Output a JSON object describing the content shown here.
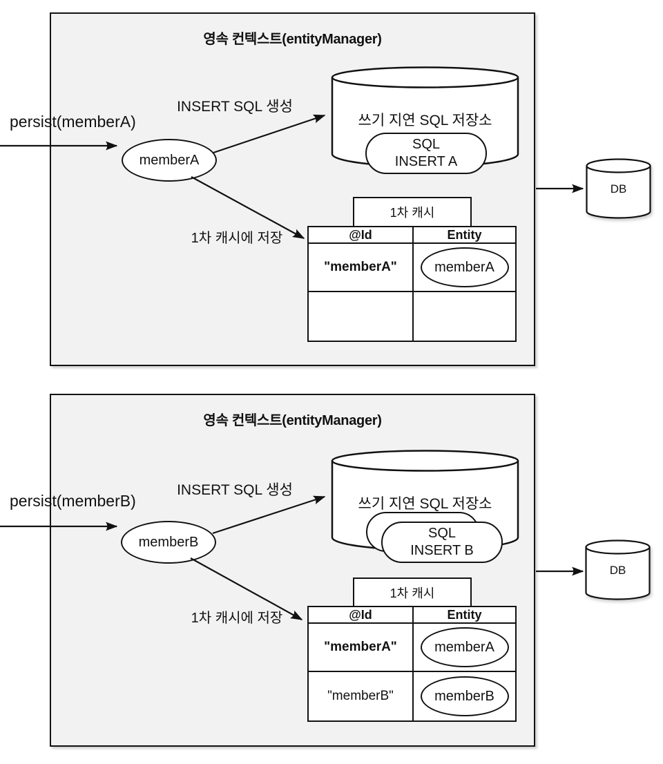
{
  "colors": {
    "panel_bg": "#f2f2f2",
    "shape_bg": "#ffffff",
    "stroke": "#111111",
    "page_bg": "#ffffff"
  },
  "panels": [
    {
      "title": "영속 컨텍스트(entityManager)",
      "persist_label": "persist(memberA)",
      "entity_name": "memberA",
      "insert_sql_label": "INSERT SQL 생성",
      "cache_save_label": "1차 캐시에 저장",
      "storage_title": "쓰기 지연 SQL 저장소",
      "sql_box": {
        "line1": "SQL",
        "line2": "INSERT A"
      },
      "cache_tab": "1차 캐시",
      "cache_headers": {
        "id": "@Id",
        "entity": "Entity"
      },
      "cache_rows": [
        {
          "id": "\"memberA\"",
          "entity": "memberA"
        },
        {
          "id": "",
          "entity": ""
        }
      ],
      "db_label": "DB"
    },
    {
      "title": "영속 컨텍스트(entityManager)",
      "persist_label": "persist(memberB)",
      "entity_name": "memberB",
      "insert_sql_label": "INSERT SQL 생성",
      "cache_save_label": "1차 캐시에 저장",
      "storage_title": "쓰기 지연 SQL 저장소",
      "sql_box": {
        "line1": "SQL",
        "line2": "INSERT B"
      },
      "cache_tab": "1차 캐시",
      "cache_headers": {
        "id": "@Id",
        "entity": "Entity"
      },
      "cache_rows": [
        {
          "id": "\"memberA\"",
          "entity": "memberA"
        },
        {
          "id": "\"memberB\"",
          "entity": "memberB"
        }
      ],
      "db_label": "DB"
    }
  ]
}
